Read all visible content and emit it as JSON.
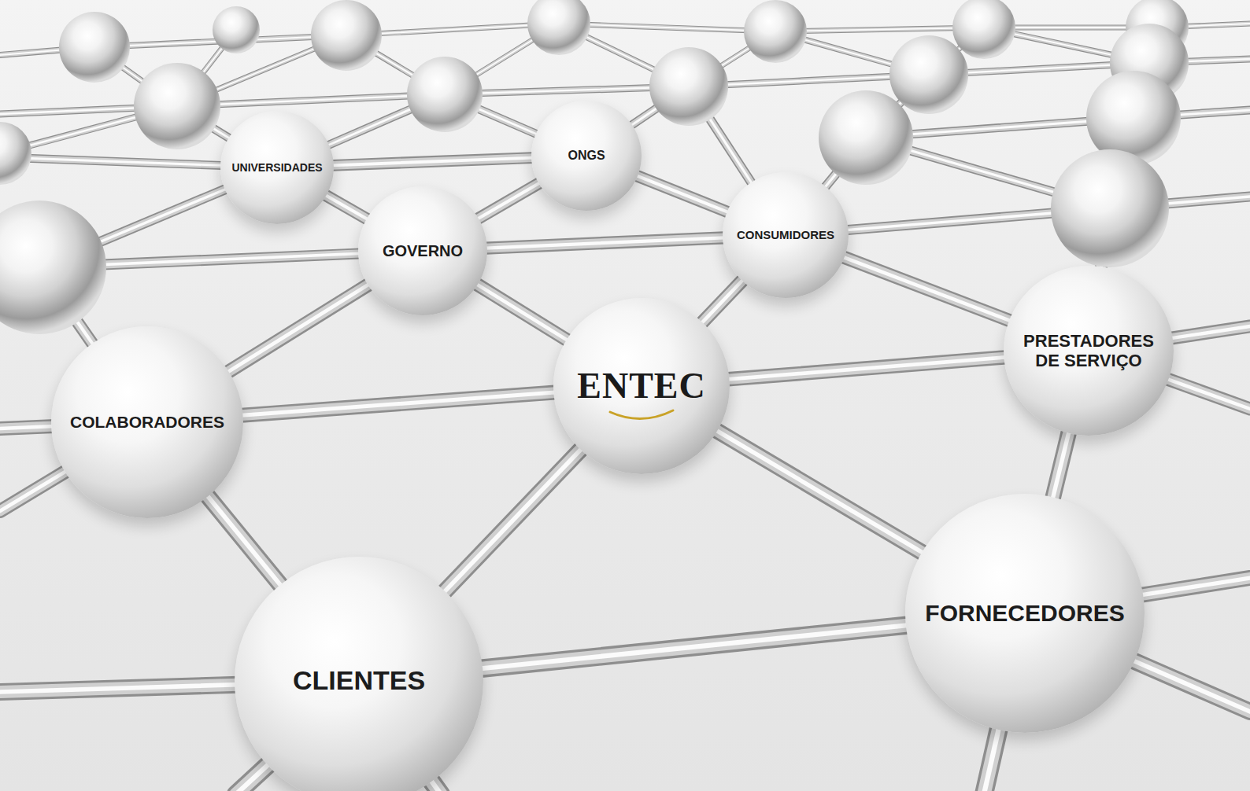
{
  "diagram": {
    "nodes": [
      {
        "text": [
          "ONGS"
        ]
      },
      {
        "text": [
          "UNIVERSIDADES"
        ]
      },
      {
        "text": [
          "CONSUMIDORES"
        ]
      },
      {
        "text": [
          "GOVERNO"
        ]
      },
      {
        "text": [
          "PRESTADORES DE SERVIÇO"
        ]
      },
      {
        "text": [
          "ENTEC"
        ]
      },
      {
        "text": [
          "COLABORADORES"
        ]
      },
      {
        "text": [
          "FORNECEDORES"
        ]
      },
      {
        "text": [
          "CLIENTES"
        ]
      }
    ],
    "edges": [
      {
        "from": 5,
        "to": 3,
        "arrow": "none"
      },
      {
        "from": 5,
        "to": 2,
        "arrow": "none"
      },
      {
        "from": 5,
        "to": 4,
        "arrow": "none"
      },
      {
        "from": 5,
        "to": 6,
        "arrow": "none"
      },
      {
        "from": 5,
        "to": 8,
        "arrow": "none"
      },
      {
        "from": 5,
        "to": 7,
        "arrow": "none"
      },
      {
        "from": 8,
        "to": 7,
        "arrow": "none"
      },
      {
        "from": 8,
        "to": 6,
        "arrow": "none"
      },
      {
        "from": 3,
        "to": 1,
        "arrow": "none"
      },
      {
        "from": 3,
        "to": 0,
        "arrow": "none"
      },
      {
        "from": 3,
        "to": 6,
        "arrow": "none"
      },
      {
        "from": 3,
        "to": 2,
        "arrow": "none"
      },
      {
        "from": 2,
        "to": 4,
        "arrow": "none"
      },
      {
        "from": 4,
        "to": 7,
        "arrow": "none"
      },
      {
        "from": 0,
        "to": 2,
        "arrow": "none"
      },
      {
        "from": 1,
        "to": 0,
        "arrow": "none"
      }
    ]
  }
}
